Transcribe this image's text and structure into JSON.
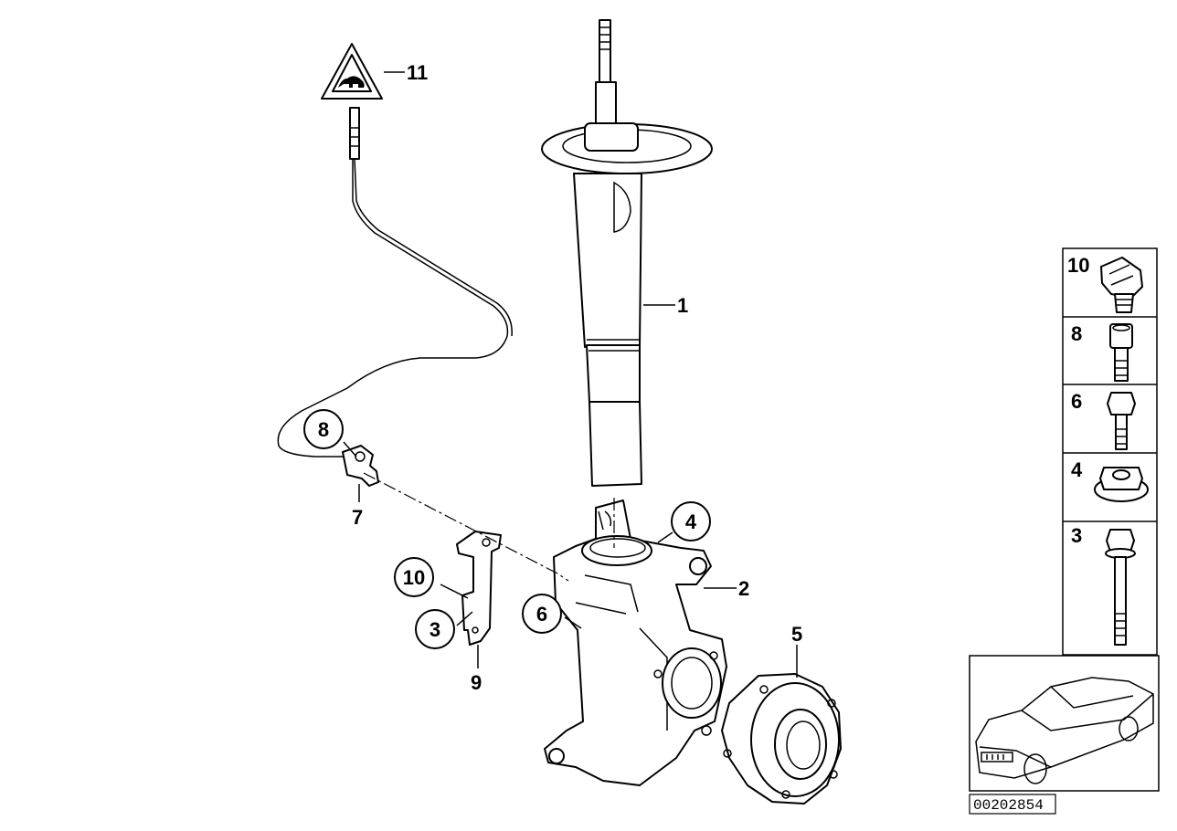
{
  "callouts": {
    "c1": "1",
    "c2": "2",
    "c3": "3",
    "c4": "4",
    "c5": "5",
    "c6": "6",
    "c7": "7",
    "c8": "8",
    "c9": "9",
    "c10": "10",
    "c11": "11"
  },
  "legend": {
    "items": [
      {
        "label": "10"
      },
      {
        "label": "8"
      },
      {
        "label": "6"
      },
      {
        "label": "4"
      },
      {
        "label": "3"
      }
    ]
  },
  "diagram_number": "00202854"
}
